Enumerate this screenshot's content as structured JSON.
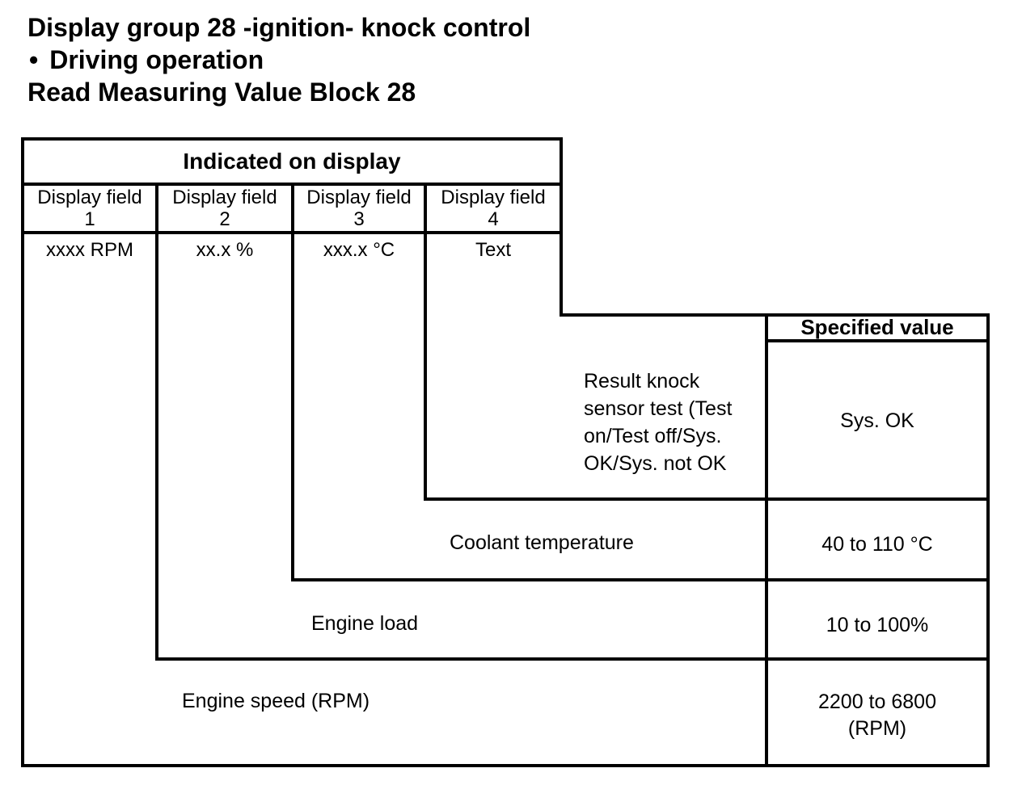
{
  "page": {
    "title": "Display group 28 -ignition- knock control",
    "bullet": "•",
    "subtitle": "Driving operation",
    "instruction": "Read Measuring Value Block 28"
  },
  "table": {
    "display_header": "Indicated on display",
    "spec_header": "Specified value",
    "fields": [
      {
        "label": "Display field\n1",
        "format": "xxxx RPM"
      },
      {
        "label": "Display field\n2",
        "format": "xx.x %"
      },
      {
        "label": "Display field\n3",
        "format": "xxx.x °C"
      },
      {
        "label": "Display field\n4",
        "format": "Text"
      }
    ],
    "rows": [
      {
        "description": "Result knock\nsensor test (Test\non/Test off/Sys.\nOK/Sys. not OK",
        "specified_value": "Sys. OK"
      },
      {
        "description": "Coolant temperature",
        "specified_value": "40 to 110 °C"
      },
      {
        "description": "Engine load",
        "specified_value": "10 to 100%"
      },
      {
        "description": "Engine speed (RPM)",
        "specified_value": "2200 to 6800\n(RPM)"
      }
    ]
  },
  "colors": {
    "ink": "#000000",
    "paper": "#ffffff"
  }
}
